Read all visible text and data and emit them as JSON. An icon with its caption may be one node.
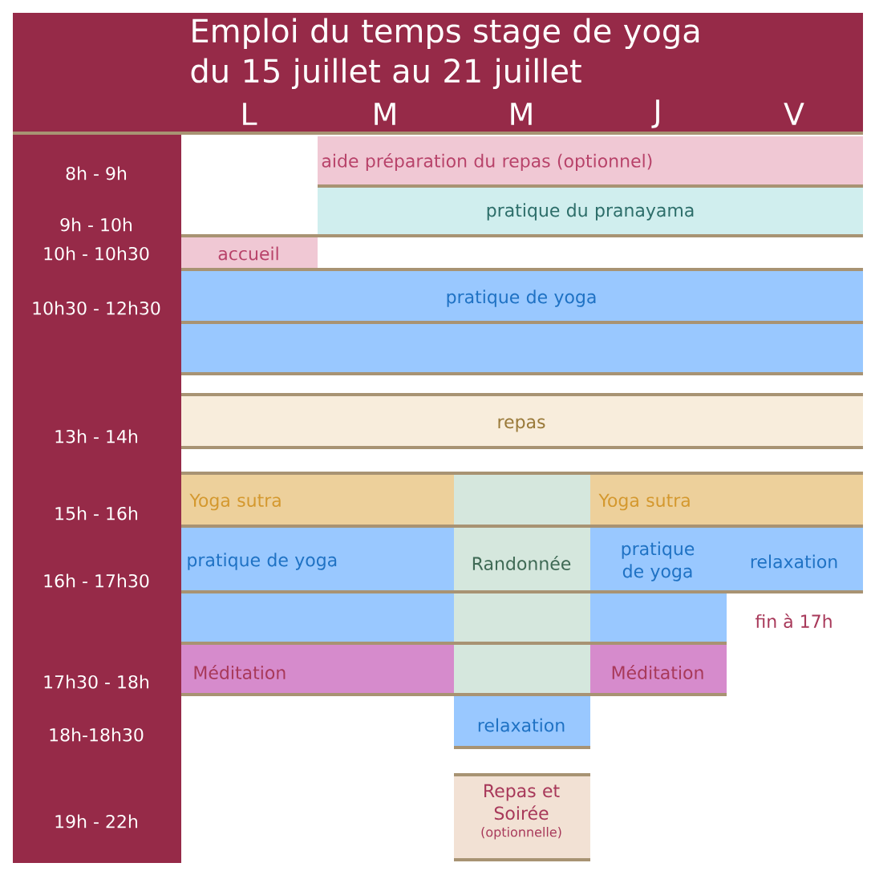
{
  "diagram": {
    "title": "Emploi du temps stage de yoga du 15 juillet au 21 juillet",
    "nodes": [
      {
        "text": [
          "aide préparation du repas (optionnel)"
        ]
      },
      {
        "text": [
          "pratique du pranayama"
        ]
      },
      {
        "text": [
          "accueil"
        ]
      },
      {
        "text": [
          "pratique de yoga"
        ]
      },
      {
        "text": [
          "repas"
        ]
      },
      {
        "text": [
          "Yoga sutra"
        ]
      },
      {
        "text": [
          "Randonnée"
        ]
      },
      {
        "text": [
          "Yoga sutra"
        ]
      },
      {
        "text": [
          "pratique de yoga"
        ]
      },
      {
        "text": [
          "pratique de yoga"
        ]
      },
      {
        "text": [
          "relaxation"
        ]
      },
      {
        "text": [
          "Méditation"
        ]
      },
      {
        "text": [
          "Méditation"
        ]
      },
      {
        "text": [
          "relaxation"
        ]
      },
      {
        "text": [
          "Repas et Soirée",
          "(optionnelle)"
        ]
      }
    ],
    "labels": [
      "L",
      "M",
      "M",
      "J",
      "V",
      "8h - 9h",
      "9h - 10h",
      "10h - 10h30",
      "10h30 - 12h30",
      "13h - 14h",
      "15h - 16h",
      "16h - 17h30",
      "fin à 17h",
      "17h30 - 18h",
      "18h-18h30",
      "19h - 22h"
    ]
  }
}
